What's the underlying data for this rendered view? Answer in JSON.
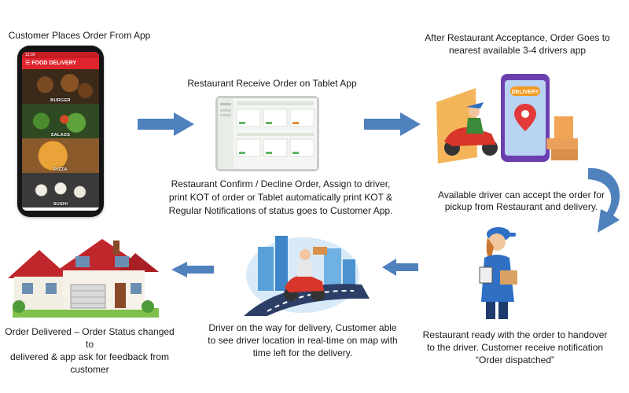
{
  "steps": {
    "customer_order": "Customer Places Order From App",
    "restaurant_receive": "Restaurant Receive Order on Tablet App",
    "restaurant_actions": [
      "Restaurant Confirm / Decline Order, Assign to driver,",
      "print KOT of order or Tablet automatically print KOT &",
      "Regular Notifications of status goes to Customer App."
    ],
    "after_acceptance": [
      "After Restaurant Acceptance, Order Goes to",
      "nearest available 3-4 drivers app"
    ],
    "driver_accept": [
      "Available driver can accept the order for",
      "pickup from Restaurant and delivery."
    ],
    "restaurant_ready": [
      "Restaurant ready with the order to handover",
      "to the driver. Customer receive notification",
      "“Order dispatched”"
    ],
    "driver_on_way": [
      "Driver on the way for delivery, Customer able",
      "to see driver location in real-time on map with",
      "time left for the delivery."
    ],
    "order_delivered": [
      "Order Delivered – Order Status changed to",
      "delivered & app ask for feedback from",
      "customer"
    ]
  },
  "phone_app": {
    "status_time": "12:30",
    "title": "FOOD DELIVERY",
    "categories": [
      "BURGER",
      "SALADS",
      "PIZZA",
      "SUSHI"
    ]
  },
  "delivery_phone": {
    "label": "DELIVERY"
  },
  "colors": {
    "arrow": "#4f81bd",
    "app_red": "#e0242c",
    "house_roof": "#c0272d"
  }
}
